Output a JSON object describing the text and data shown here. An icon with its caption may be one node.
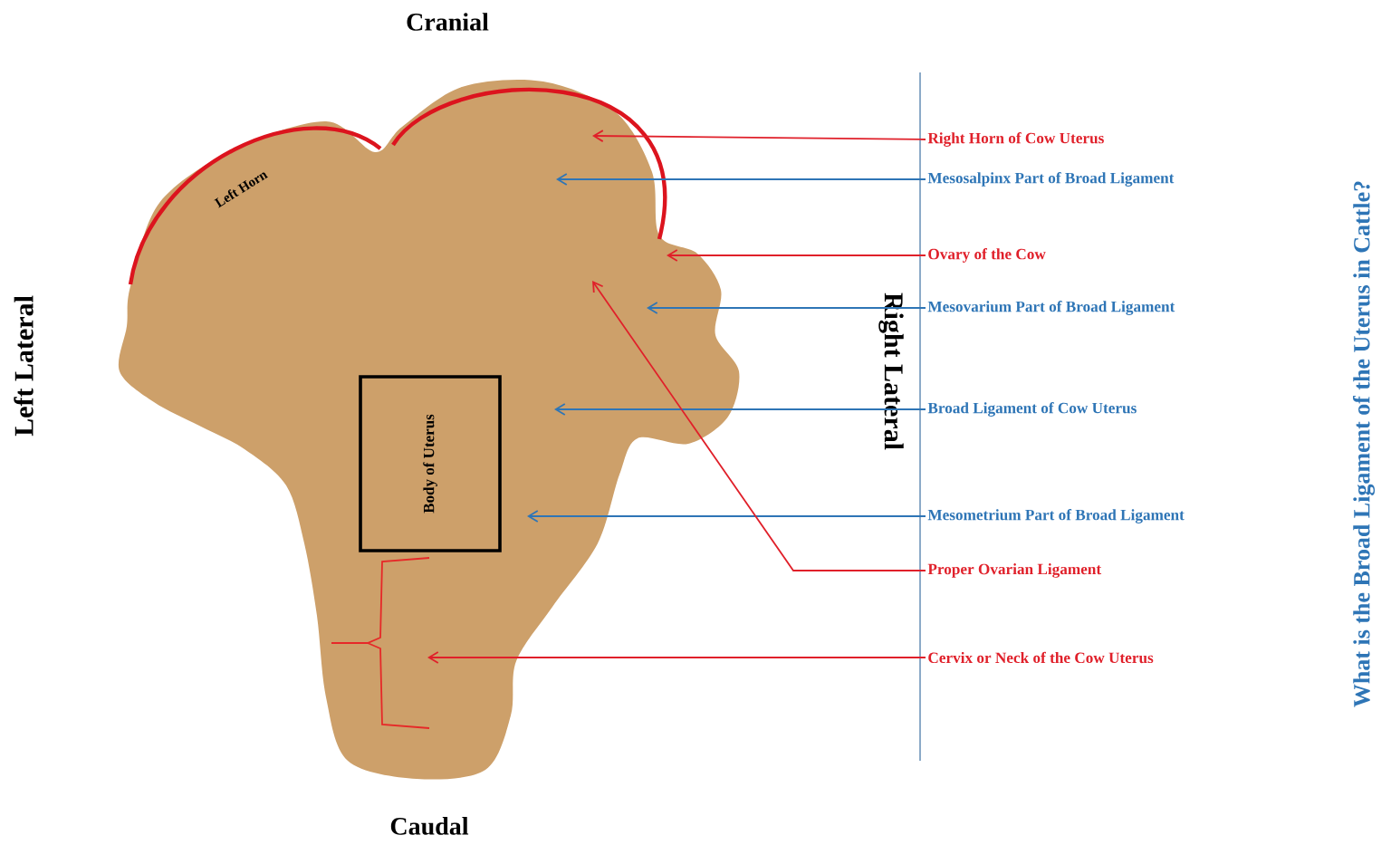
{
  "diagram": {
    "title": "What is the Broad Ligament of the Uterus in Cattle?",
    "nodes": [
      {
        "text": [
          "Body of Uterus"
        ]
      },
      {
        "text": [
          "Right Horn of Cow Uterus"
        ]
      },
      {
        "text": [
          "Mesosalpinx Part of Broad Ligament"
        ]
      },
      {
        "text": [
          "Ovary of the Cow"
        ]
      },
      {
        "text": [
          "Mesovarium Part of Broad Ligament"
        ]
      },
      {
        "text": [
          "Broad Ligament of Cow Uterus"
        ]
      },
      {
        "text": [
          "Mesometrium Part of Broad Ligament"
        ]
      },
      {
        "text": [
          "Proper Ovarian Ligament"
        ]
      },
      {
        "text": [
          "Cervix or Neck of the Cow Uterus"
        ]
      }
    ],
    "edges": [
      {
        "from": 1,
        "to": null,
        "arrow": "to",
        "color": "#e0202a"
      },
      {
        "from": 2,
        "to": null,
        "arrow": "to",
        "color": "#2e75b6"
      },
      {
        "from": 3,
        "to": null,
        "arrow": "to",
        "color": "#e0202a"
      },
      {
        "from": 4,
        "to": null,
        "arrow": "to",
        "color": "#2e75b6"
      },
      {
        "from": 5,
        "to": null,
        "arrow": "to",
        "color": "#2e75b6"
      },
      {
        "from": 6,
        "to": null,
        "arrow": "to",
        "color": "#2e75b6"
      },
      {
        "from": 7,
        "to": null,
        "arrow": "to",
        "color": "#e0202a"
      },
      {
        "from": 8,
        "to": null,
        "arrow": "to",
        "color": "#e0202a"
      }
    ],
    "labels": [
      "Cranial",
      "Left Horn",
      "Left Lateral",
      "Right Lateral",
      "Caudal"
    ]
  }
}
